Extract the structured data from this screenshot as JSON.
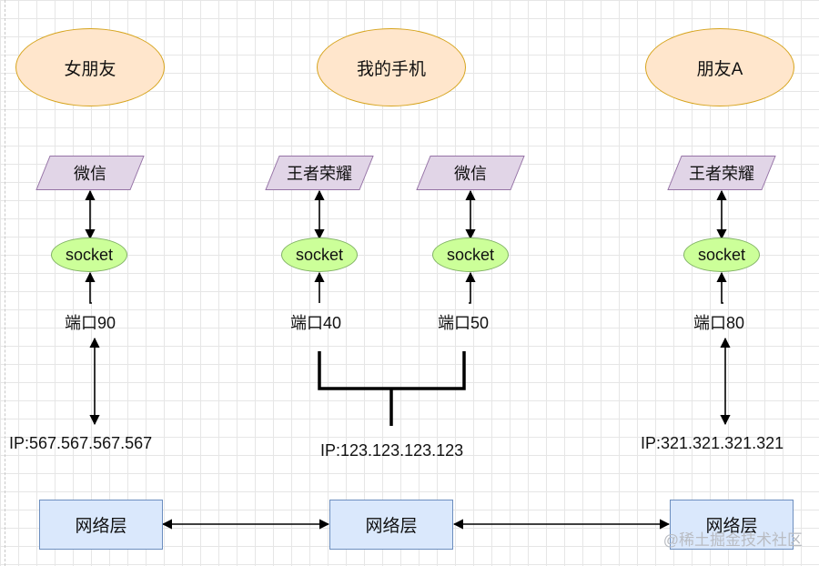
{
  "devices": {
    "girlfriend": "女朋友",
    "my_phone": "我的手机",
    "friend_a": "朋友A"
  },
  "apps": {
    "left_wechat": "微信",
    "mid_king": "王者荣耀",
    "mid_wechat": "微信",
    "right_king": "王者荣耀"
  },
  "sockets": {
    "left": "socket",
    "mid1": "socket",
    "mid2": "socket",
    "right": "socket"
  },
  "ports": {
    "left": "端口90",
    "mid1": "端口40",
    "mid2": "端口50",
    "right": "端口80"
  },
  "ips": {
    "left": "IP:567.567.567.567",
    "mid": "IP:123.123.123.123",
    "right": "IP:321.321.321.321"
  },
  "network": {
    "left": "网络层",
    "mid": "网络层",
    "right": "网络层"
  },
  "watermark": "@稀土掘金技术社区",
  "colors": {
    "device_fill": "#ffe6cc",
    "device_stroke": "#d6a41d",
    "app_fill": "#e1d5e7",
    "app_stroke": "#9673a6",
    "socket_fill": "#ccff99",
    "socket_stroke": "#82b366",
    "network_fill": "#dae8fc",
    "network_stroke": "#6c8ebf"
  }
}
